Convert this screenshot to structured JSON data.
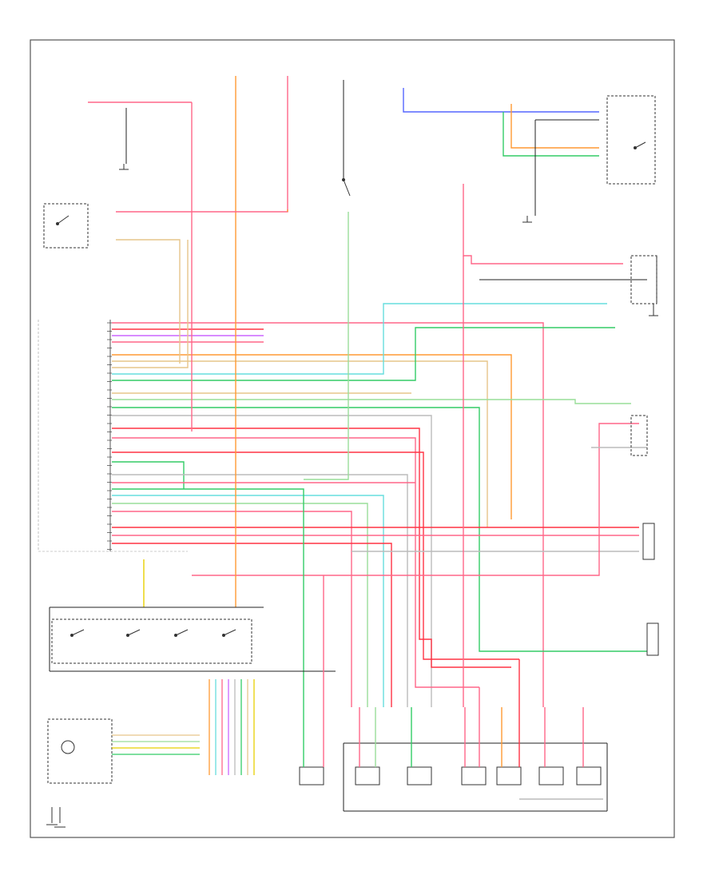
{
  "diagram": {
    "footer_code": "",
    "colors": {
      "frame": "#555555",
      "red": "#ff3344",
      "pink": "#ff6688",
      "orange": "#ff9933",
      "tan": "#e6c58a",
      "yellow": "#e8d000",
      "green": "#33cc66",
      "lightgreen": "#99dd99",
      "cyan": "#66dddd",
      "blue": "#5566ff",
      "violet": "#cc66ff",
      "gray": "#bbbbbb",
      "black": "#222222"
    },
    "pin_labels": [
      "",
      "",
      "",
      "",
      "",
      "",
      "",
      "",
      "",
      "",
      "",
      "",
      "",
      "",
      "",
      "",
      "",
      "",
      "",
      "",
      "",
      "",
      "",
      "",
      "",
      "",
      "",
      ""
    ],
    "components": [
      {
        "id": "shift-solenoid-1",
        "label": ""
      },
      {
        "id": "shift-solenoid-2",
        "label": ""
      },
      {
        "id": "shift-solenoid-3",
        "label": ""
      },
      {
        "id": "epc-solenoid",
        "label": ""
      },
      {
        "id": "tcc-solenoid",
        "label": ""
      },
      {
        "id": "tft-sensor",
        "label": ""
      },
      {
        "id": "turbine-speed-sensor",
        "label": ""
      }
    ]
  }
}
